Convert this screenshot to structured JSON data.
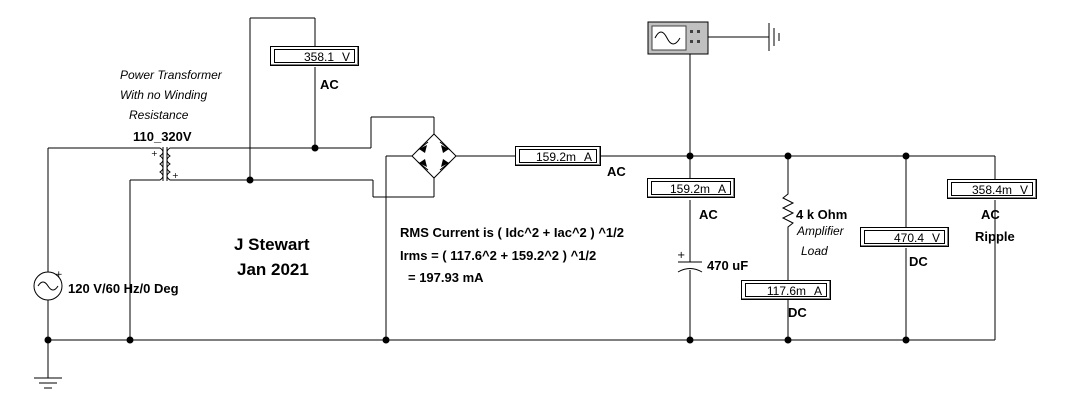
{
  "meters": {
    "transformer_voltmeter": {
      "value": "358.1",
      "unit": "V",
      "mode": "AC"
    },
    "line_ammeter": {
      "value": "159.2m",
      "unit": "A",
      "mode": "AC"
    },
    "cap_ammeter": {
      "value": "159.2m",
      "unit": "A",
      "mode": "AC"
    },
    "load_ammeter": {
      "value": "117.6m",
      "unit": "A",
      "mode": "DC"
    },
    "dc_voltmeter": {
      "value": "470.4",
      "unit": "V",
      "mode": "DC"
    },
    "ripple_voltmeter": {
      "value": "358.4m",
      "unit": "V",
      "mode": "AC",
      "note": "Ripple"
    }
  },
  "transformer": {
    "desc_line1": "Power Transformer",
    "desc_line2": "With no Winding",
    "desc_line3": "Resistance",
    "rating": "110_320V"
  },
  "source": {
    "label": "120 V/60 Hz/0 Deg"
  },
  "author": {
    "name": "J Stewart",
    "date": "Jan 2021"
  },
  "calculation": {
    "line1": "RMS Current is ( Idc^2 + Iac^2 ) ^1/2",
    "line2": "Irms = ( 117.6^2 + 159.2^2 ) ^1/2",
    "line3": "= 197.93 mA"
  },
  "capacitor": {
    "label": "470 uF"
  },
  "resistor": {
    "label": "4 k Ohm",
    "desc_line1": "Amplifier",
    "desc_line2": "Load"
  }
}
